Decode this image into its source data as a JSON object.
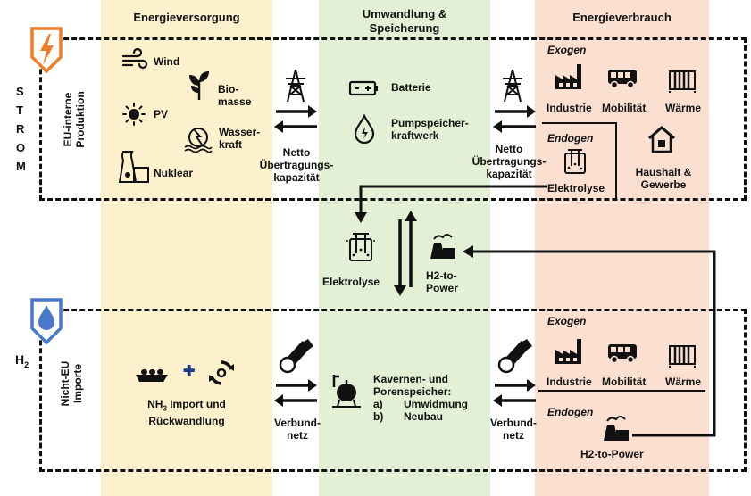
{
  "columns": {
    "supply": "Energieversorgung",
    "conversion_l1": "Umwandlung &",
    "conversion_l2": "Speicherung",
    "use": "Energieverbrauch"
  },
  "strom": {
    "side_letters": [
      "S",
      "T",
      "R",
      "O",
      "M"
    ],
    "region_l1": "EU-interne",
    "region_l2": "Produktion",
    "sources": {
      "wind": "Wind",
      "pv": "PV",
      "biomasse_l1": "Bio-",
      "biomasse_l2": "masse",
      "wasser_l1": "Wasser-",
      "wasser_l2": "kraft",
      "nuklear": "Nuklear"
    },
    "netto_l1": "Netto",
    "netto_l2": "Übertragungs-",
    "netto_l3": "kapazität",
    "storage": {
      "batterie": "Batterie",
      "pump_l1": "Pumpspeicher-",
      "pump_l2": "kraftwerk"
    },
    "use": {
      "exogen": "Exogen",
      "industrie": "Industrie",
      "mobilitaet": "Mobilität",
      "waerme": "Wärme",
      "endogen": "Endogen",
      "elektrolyse": "Elektrolyse",
      "haushalt_l1": "Haushalt &",
      "haushalt_l2": "Gewerbe"
    }
  },
  "middle": {
    "elektrolyse": "Elektrolyse",
    "h2power_l1": "H2-to-",
    "h2power_l2": "Power"
  },
  "h2": {
    "side_label": "H",
    "side_sub": "2",
    "region_l1": "Nicht-EU",
    "region_l2": "Importe",
    "import_pre": "NH",
    "import_sub": "3",
    "import_post": " Import und",
    "import_l2": "Rückwandlung",
    "verbund_l1": "Verbund-",
    "verbund_l2": "netz",
    "storage_l1": "Kavernen- und",
    "storage_l2": "Porenspeicher:",
    "storage_a_key": "a)",
    "storage_a_val": "Umwidmung",
    "storage_b_key": "b)",
    "storage_b_val": "Neubau",
    "use": {
      "exogen": "Exogen",
      "industrie": "Industrie",
      "mobilitaet": "Mobilität",
      "waerme": "Wärme",
      "endogen": "Endogen",
      "h2power": "H2-to-Power"
    }
  },
  "colors": {
    "supply_band": "#fdf0cc",
    "conversion_band": "#e3f0d5",
    "use_band": "#fbe0d2",
    "strom_accent": "#f07d28",
    "h2_accent": "#4a78c8"
  },
  "icons": [
    "lightning-shield-icon",
    "water-drop-shield-icon",
    "wind-icon",
    "sun-icon",
    "plant-icon",
    "hydro-turbine-icon",
    "nuclear-plant-icon",
    "pylon-icon",
    "battery-icon",
    "water-drop-icon",
    "factory-icon",
    "bus-icon",
    "radiator-icon",
    "house-icon",
    "electrolyser-icon",
    "power-plant-icon",
    "pipe-icon",
    "ship-icon",
    "recycle-icon",
    "tank-icon"
  ]
}
